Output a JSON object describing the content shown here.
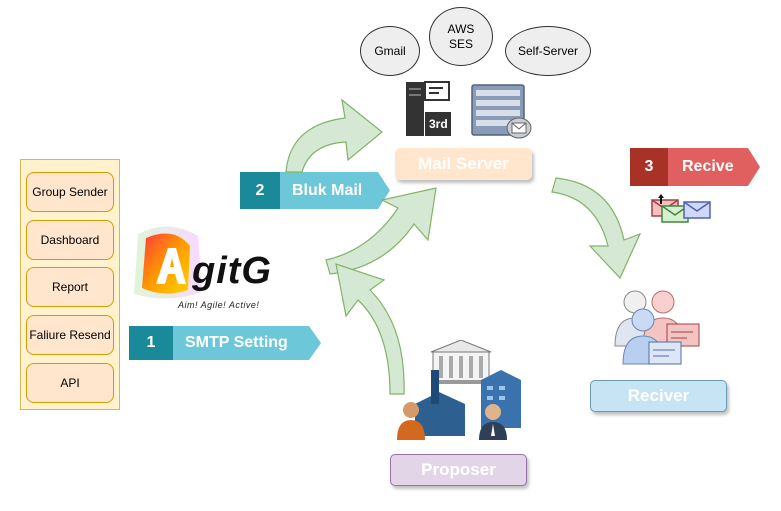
{
  "menu": {
    "items": [
      "Group Sender",
      "Dashboard",
      "Report",
      "Faliure Resend",
      "API"
    ]
  },
  "logo": {
    "brand": "gitG",
    "tagline": "Aim! Agile! Active!"
  },
  "steps": {
    "smtp": {
      "number": "1",
      "label": "SMTP Setting"
    },
    "bulk": {
      "number": "2",
      "label": "Bluk Mail"
    },
    "receive": {
      "number": "3",
      "label": "Recive"
    }
  },
  "providers": {
    "gmail": "Gmail",
    "aws_line1": "AWS",
    "aws_line2": "SES",
    "self": "Self-Server"
  },
  "nodes": {
    "mail_server": "Mail Server",
    "receiver": "Reciver",
    "proposer": "Proposer"
  },
  "server_badge": "3rd",
  "colors": {
    "teal_dark": "#1a8a9a",
    "teal_light": "#6cc8d8",
    "red_dark": "#a93226",
    "red_light": "#e06060",
    "arrow_fill": "#d5e8d4",
    "arrow_stroke": "#82b366",
    "mail_server_bg": "#ffe6cc",
    "receiver_bg": "#c6e4f3",
    "proposer_bg": "#e1d5e7"
  }
}
